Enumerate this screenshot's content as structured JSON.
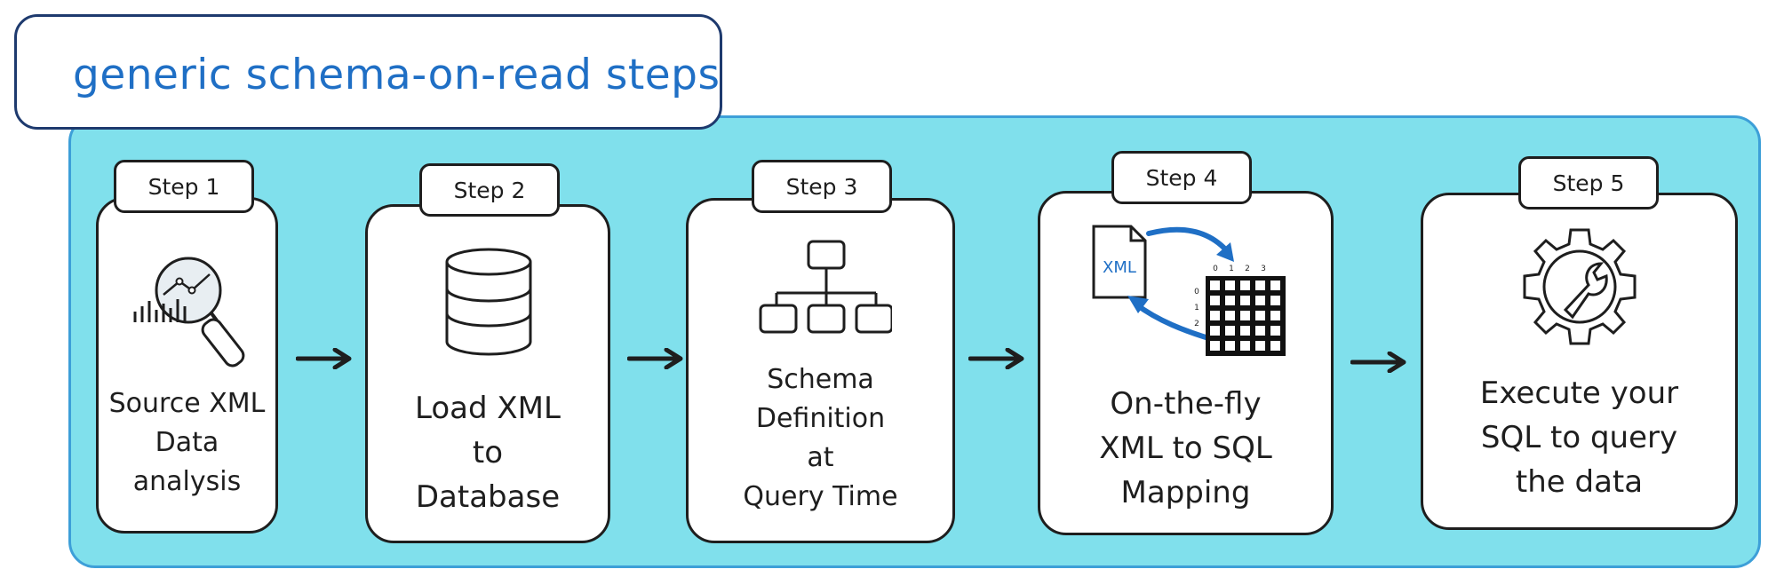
{
  "title": "generic schema-on-read steps",
  "steps": [
    {
      "tag": "Step 1",
      "label": "Source XML\nData\nanalysis",
      "icon": "magnifier-chart-icon"
    },
    {
      "tag": "Step 2",
      "label": "Load XML\nto\nDatabase",
      "icon": "database-icon"
    },
    {
      "tag": "Step 3",
      "label": "Schema\nDefinition\nat\nQuery Time",
      "icon": "hierarchy-icon"
    },
    {
      "tag": "Step 4",
      "label": "On-the-fly\nXML to SQL\nMapping",
      "icon": "xml-to-grid-icon",
      "xml_file_text": "XML",
      "grid_cols": [
        "0",
        "1",
        "2",
        "3"
      ],
      "grid_rows": [
        "0",
        "1",
        "2"
      ]
    },
    {
      "tag": "Step 5",
      "label": "Execute your\nSQL to query\nthe data",
      "icon": "gear-wrench-icon"
    }
  ],
  "colors": {
    "panel": "#80e0ec",
    "panel_border": "#3d9fd8",
    "title_text": "#1f6fc5",
    "accent_arrow": "#1f6fc5",
    "ink": "#1e1e1e"
  }
}
